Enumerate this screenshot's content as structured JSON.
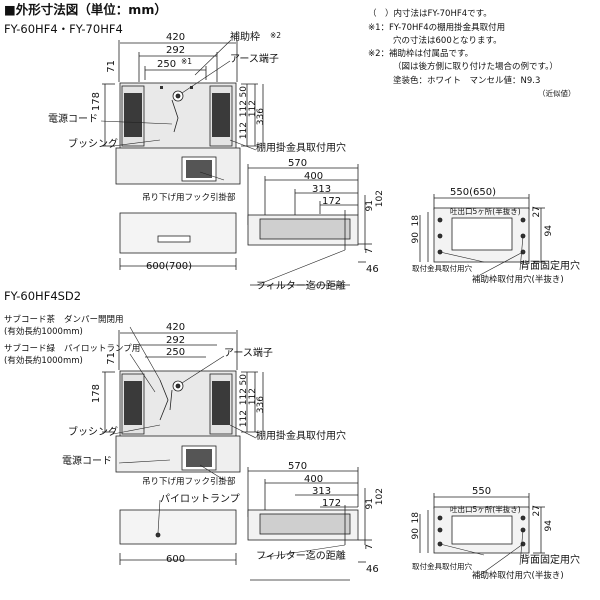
{
  "header": {
    "title": "■外形寸法図（単位：mm）",
    "model_1": "FY-60HF4・FY-70HF4",
    "model_2": "FY-60HF4SD2"
  },
  "notes": {
    "n1": "（　）内寸法はFY-70HF4です。",
    "n2a": "※1：FY-70HF4の棚用掛金具取付用",
    "n2b": "穴の寸法は600となります。",
    "n3a": "※2：補助枠は付属品です。",
    "n3b": "（図は後方側に取り付けた場合の例です。）",
    "n4": "塗装色：ホワイト　マンセル値：N9.3",
    "n5": "（近似値）"
  },
  "top": {
    "plan": {
      "d420": "420",
      "d292": "292",
      "d250": "250",
      "star1": "※1",
      "d71": "71",
      "d178": "178",
      "d50": "50",
      "d112a": "112",
      "d112b": "112",
      "d336": "336",
      "d112c": "112"
    },
    "front": {
      "d600": "600(700)"
    },
    "side": {
      "d570": "570",
      "d400": "400",
      "d313": "313",
      "d172": "172",
      "d102": "102",
      "d91": "91",
      "d7": "7",
      "d46": "46"
    },
    "back": {
      "d550": "550(650)",
      "d27": "27",
      "d94": "94",
      "d18": "18",
      "d90": "90",
      "exhaust": "吐出口5ヶ所(半抜き)"
    },
    "labels": {
      "hojowaku": "補助枠",
      "star2": "※2",
      "earth": "アース端子",
      "power": "電源コード",
      "bushing": "ブッシング",
      "tana": "棚用掛金具取付用穴",
      "hook": "吊り下げ用フック引掛部",
      "filter": "フィルター迄の距離",
      "haimen": "背面固定用穴",
      "fuzoku": "取付金具取付用穴",
      "hojo_hole": "補助枠取付用穴(半抜き)"
    }
  },
  "bottom": {
    "plan": {
      "d420": "420",
      "d292": "292",
      "d250": "250",
      "d71": "71",
      "d178": "178",
      "d50": "50",
      "d112a": "112",
      "d112b": "112",
      "d336": "336",
      "d112c": "112"
    },
    "front": {
      "d600": "600"
    },
    "side": {
      "d570": "570",
      "d400": "400",
      "d313": "313",
      "d172": "172",
      "d102": "102",
      "d91": "91",
      "d7": "7",
      "d46": "46"
    },
    "back": {
      "d550": "550",
      "d27": "27",
      "d94": "94",
      "d18": "18",
      "d90": "90",
      "exhaust": "吐出口5ヶ所(半抜き)"
    },
    "labels": {
      "subcode_cha": "サブコード茶",
      "damper": "ダンパー開閉用",
      "yukou1": "(有効長約1000mm)",
      "subcode_midori": "サブコード緑",
      "pilot_lamp_use": "パイロットランプ用",
      "yukou2": "(有効長約1000mm)",
      "earth": "アース端子",
      "bushing": "ブッシング",
      "tana": "棚用掛金具取付用穴",
      "power": "電源コード",
      "hook": "吊り下げ用フック引掛部",
      "pilot_lamp": "パイロットランプ",
      "filter": "フィルター迄の距離",
      "haimen": "背面固定用穴",
      "fuzoku": "取付金具取付用穴",
      "hojo_hole": "補助枠取付用穴(半抜き)"
    }
  }
}
